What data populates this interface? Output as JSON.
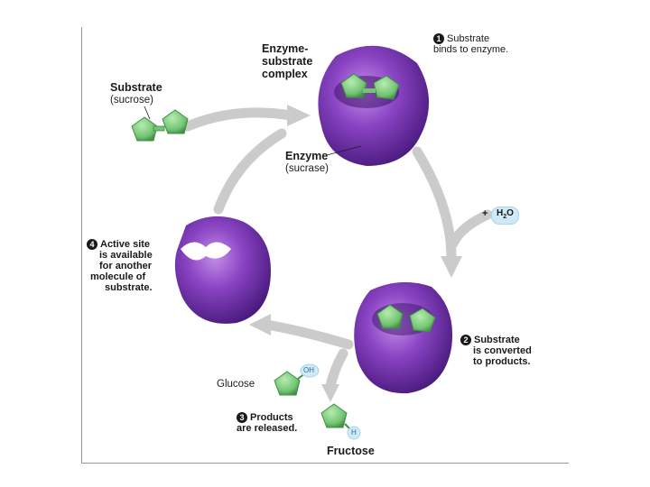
{
  "labels": {
    "substrate_title": "Substrate",
    "substrate_sub": "(sucrose)",
    "complex_line1": "Enzyme-",
    "complex_line2": "substrate",
    "complex_line3": "complex",
    "enzyme_title": "Enzyme",
    "enzyme_sub": "(sucrase)",
    "plus": "+",
    "water": "H",
    "water_sub": "2",
    "water_o": "O",
    "glucose": "Glucose",
    "fructose": "Fructose",
    "oh": "OH",
    "h": "H"
  },
  "steps": [
    {
      "num": "1",
      "line1": "Substrate",
      "line2": "binds to enzyme."
    },
    {
      "num": "2",
      "line1": "Substrate",
      "line2": "is converted",
      "line3": "to products."
    },
    {
      "num": "3",
      "line1": "Products",
      "line2": "are released."
    },
    {
      "num": "4",
      "line1": "Active site",
      "line2": "is available",
      "line3": "for another",
      "line4": "molecule of",
      "line5": "substrate."
    }
  ],
  "colors": {
    "enzyme": "#7a34b4",
    "enzyme_light": "#b07ad8",
    "enzyme_dark": "#4a1a7e",
    "substrate": "#79c879",
    "substrate_dark": "#3f8f45",
    "arrow": "#c8c8c8",
    "water_pill": "#cfe9f6"
  }
}
